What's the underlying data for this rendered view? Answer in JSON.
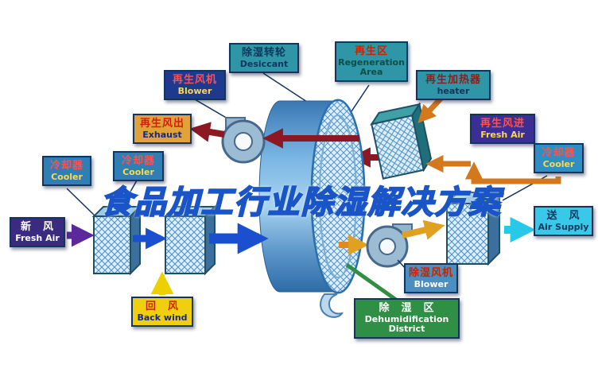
{
  "title": "食品加工行业除湿解决方案",
  "labels": {
    "desiccant": {
      "zh": "除湿转轮",
      "en": "Desiccant"
    },
    "regeneration_area": {
      "zh": "再生区",
      "en": "Regeneration Area"
    },
    "regen_blower": {
      "zh": "再生风机",
      "en": "Blower"
    },
    "regen_heater": {
      "zh": "再生加热器",
      "en": "heater"
    },
    "exhaust": {
      "zh": "再生风出",
      "en": "Exhaust"
    },
    "regen_fresh_air": {
      "zh": "再生风进",
      "en": "Fresh Air"
    },
    "cooler_left": {
      "zh": "冷却器",
      "en": "Cooler"
    },
    "cooler_mid": {
      "zh": "冷却器",
      "en": "Cooler"
    },
    "cooler_right": {
      "zh": "冷却器",
      "en": "Cooler"
    },
    "fresh_air": {
      "zh": "新　风",
      "en": "Fresh Air"
    },
    "back_wind": {
      "zh": "回　风",
      "en": "Back wind"
    },
    "air_supply": {
      "zh": "送　风",
      "en": "Air Supply"
    },
    "dehumid_blower": {
      "zh": "除湿风机",
      "en": "Blower"
    },
    "dehumid_district": {
      "zh": "除　湿　区",
      "en": "Dehumidification District"
    }
  },
  "colors": {
    "title_fill": "#f7c518",
    "title_outline": "#1a55c8",
    "box_border": "#12355e",
    "teal_box": "#2f96a8",
    "steel_box": "#2f7fb4",
    "orange_box": "#e2a23a",
    "indigo_box": "#1d3a8f",
    "violet_box": "#3b2f93",
    "purple_box": "#3a2a80",
    "yellow_box": "#f0cf10",
    "cyan_box": "#38c8e8",
    "green_box": "#2f8f44",
    "arrow_dark_red": "#8b1822",
    "arrow_orange": "#d4781e",
    "arrow_amber": "#e0a020",
    "arrow_blue": "#1a50d0",
    "arrow_yellow": "#edd000",
    "arrow_cyan": "#28c8e8",
    "arrow_purple": "#5a2a9a",
    "wheel_blue": "#5a9fd4"
  }
}
